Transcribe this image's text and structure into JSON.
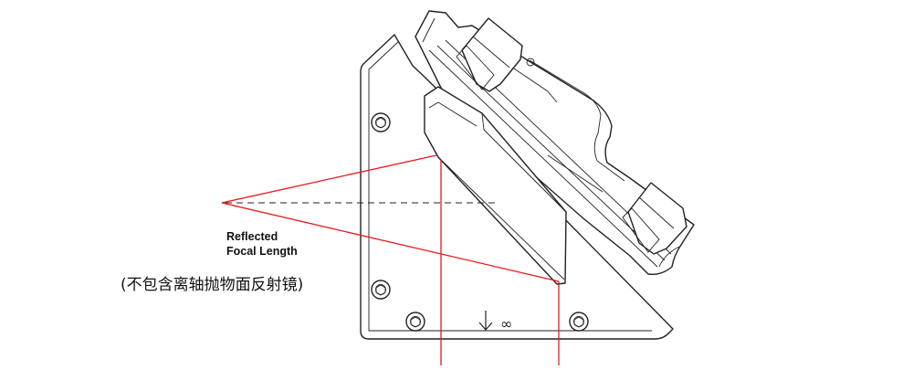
{
  "labels": {
    "reflected_line1": "Reflected",
    "reflected_line2": "Focal Length",
    "chinese_note": "(不包含离轴抛物面反射镜)",
    "infinity_symbol": "∞"
  },
  "colors": {
    "ray": "#e8181c",
    "outline": "#222222",
    "background": "#ffffff"
  }
}
